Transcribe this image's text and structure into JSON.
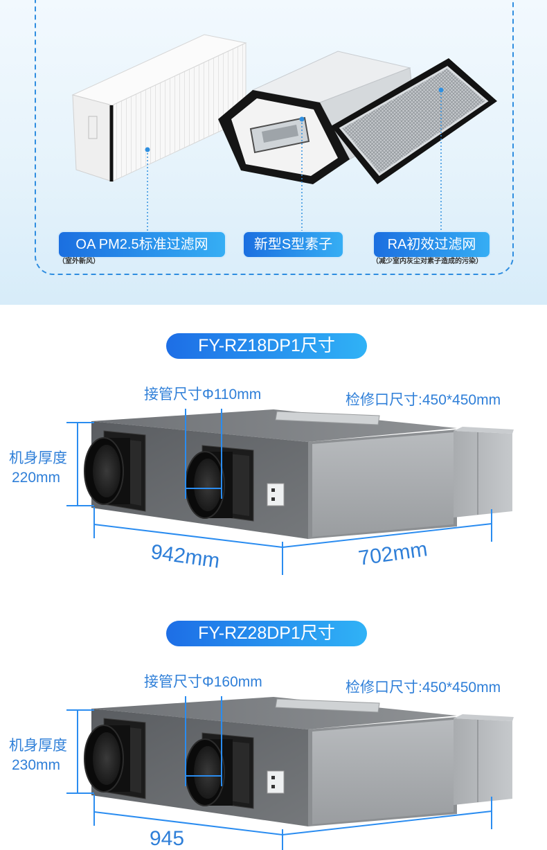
{
  "filters": [
    {
      "label": "OA PM2.5标准过滤网",
      "note": "（室外新风）"
    },
    {
      "label": "新型S型素子"
    },
    {
      "label": "RA初效过滤网",
      "note": "（减少室内灰尘对素子造成的污染）"
    }
  ],
  "models": [
    {
      "title": "FY-RZ18DP1尺寸",
      "pipe_size": "接管尺寸Φ110mm",
      "access_port": "检修口尺寸:450*450mm",
      "thickness_label": "机身厚度",
      "thickness": "220mm",
      "length": "942mm",
      "width": "702mm"
    },
    {
      "title": "FY-RZ28DP1尺寸",
      "pipe_size": "接管尺寸Φ160mm",
      "access_port": "检修口尺寸:450*450mm",
      "thickness_label": "机身厚度",
      "thickness": "230mm",
      "length": "945"
    }
  ],
  "colors": {
    "accent": "#2a8cf0",
    "pill_start": "#1b6fe0",
    "pill_end": "#36aef4",
    "label_text": "#2f7fd8"
  }
}
